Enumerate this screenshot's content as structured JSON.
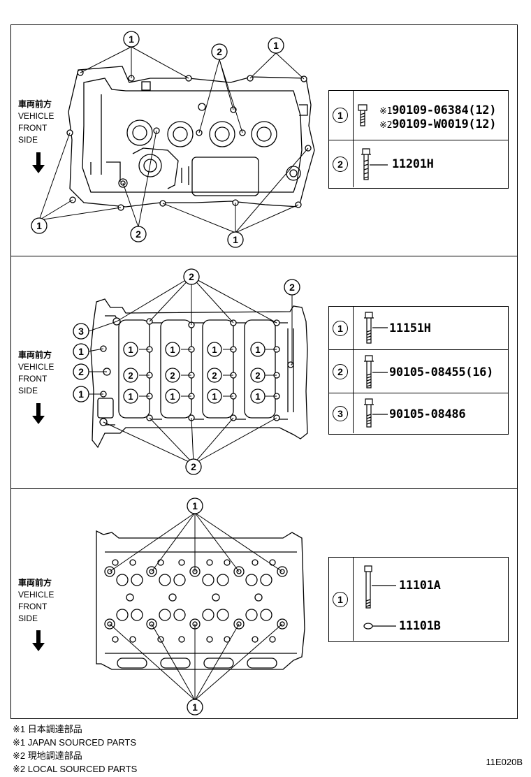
{
  "side_label": {
    "jp": "車両前方",
    "line1": "VEHICLE",
    "line2": "FRONT",
    "line3": "SIDE"
  },
  "sections": [
    {
      "parts": [
        {
          "num": "1",
          "codes": [
            {
              "mark": "※1",
              "code": "90109-06384(12)"
            },
            {
              "mark": "※2",
              "code": "90109-W0019(12)"
            }
          ]
        },
        {
          "num": "2",
          "codes": [
            {
              "mark": "",
              "code": "11201H"
            }
          ]
        }
      ]
    },
    {
      "parts": [
        {
          "num": "1",
          "codes": [
            {
              "mark": "",
              "code": "11151H"
            }
          ]
        },
        {
          "num": "2",
          "codes": [
            {
              "mark": "",
              "code": "90105-08455(16)"
            }
          ]
        },
        {
          "num": "3",
          "codes": [
            {
              "mark": "",
              "code": "90105-08486"
            }
          ]
        }
      ]
    },
    {
      "parts": [
        {
          "num": "1",
          "codes": [
            {
              "mark": "",
              "code": "11101A"
            },
            {
              "mark": "",
              "code": "11101B"
            }
          ]
        }
      ]
    }
  ],
  "callouts": {
    "s1_top_left": "1",
    "s1_top_mid": "2",
    "s1_top_right": "1",
    "s1_bottom_left": "1",
    "s1_bottom_mid": "2",
    "s1_bottom_right": "1",
    "s2_top": "2",
    "s2_top_right": "2",
    "s2_left_3": "3",
    "s2_left_1a": "1",
    "s2_left_2": "2",
    "s2_left_1b": "1",
    "s2_bottom": "2",
    "s3_top": "1",
    "s3_bottom": "1"
  },
  "notes": [
    "※1 日本調達部品",
    "※1 JAPAN SOURCED PARTS",
    "※2 現地調達部品",
    "※2 LOCAL SOURCED PARTS"
  ],
  "figure_id": "11E020B"
}
